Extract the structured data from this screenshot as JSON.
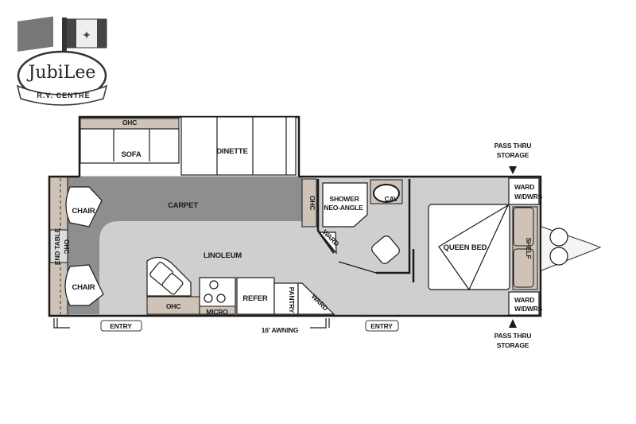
{
  "logo": {
    "name": "JubiLee",
    "subtitle": "R.V. CENTRE"
  },
  "colors": {
    "carpet": "#8e8e8e",
    "linoleum": "#cfcfcf",
    "cabinet": "#cfc3b8",
    "wall": "#1a1a1a"
  },
  "floorplan": {
    "slideout": {
      "ohc": "OHC",
      "sofa": "SOFA",
      "dinette": "DINETTE"
    },
    "living": {
      "carpet": "CARPET",
      "linoleum": "LINOLEUM",
      "chair_top": "CHAIR",
      "chair_bottom": "CHAIR",
      "ohc_rear": "OHC",
      "end_table": "END TABLE"
    },
    "kitchen": {
      "ohc": "OHC",
      "micro": "MICRO",
      "refer": "REFER",
      "pantry": "PANTRY",
      "ward": "WARD"
    },
    "bath": {
      "ohc": "OHC",
      "shower": "SHOWER",
      "shower_type": "NEO-ANGLE",
      "cav": "CAV",
      "ward": "WARD"
    },
    "bedroom": {
      "bed": "QUEEN BED",
      "shelf": "SHELF",
      "ward_top": "WARD",
      "ward_top_sub": "W/DWRS",
      "ward_bottom": "WARD",
      "ward_bottom_sub": "W/DWRS"
    },
    "exterior": {
      "entry_1": "ENTRY",
      "entry_2": "ENTRY",
      "awning": "16' AWNING",
      "storage_top_1": "PASS THRU",
      "storage_top_2": "STORAGE",
      "storage_bottom_1": "PASS THRU",
      "storage_bottom_2": "STORAGE"
    }
  }
}
